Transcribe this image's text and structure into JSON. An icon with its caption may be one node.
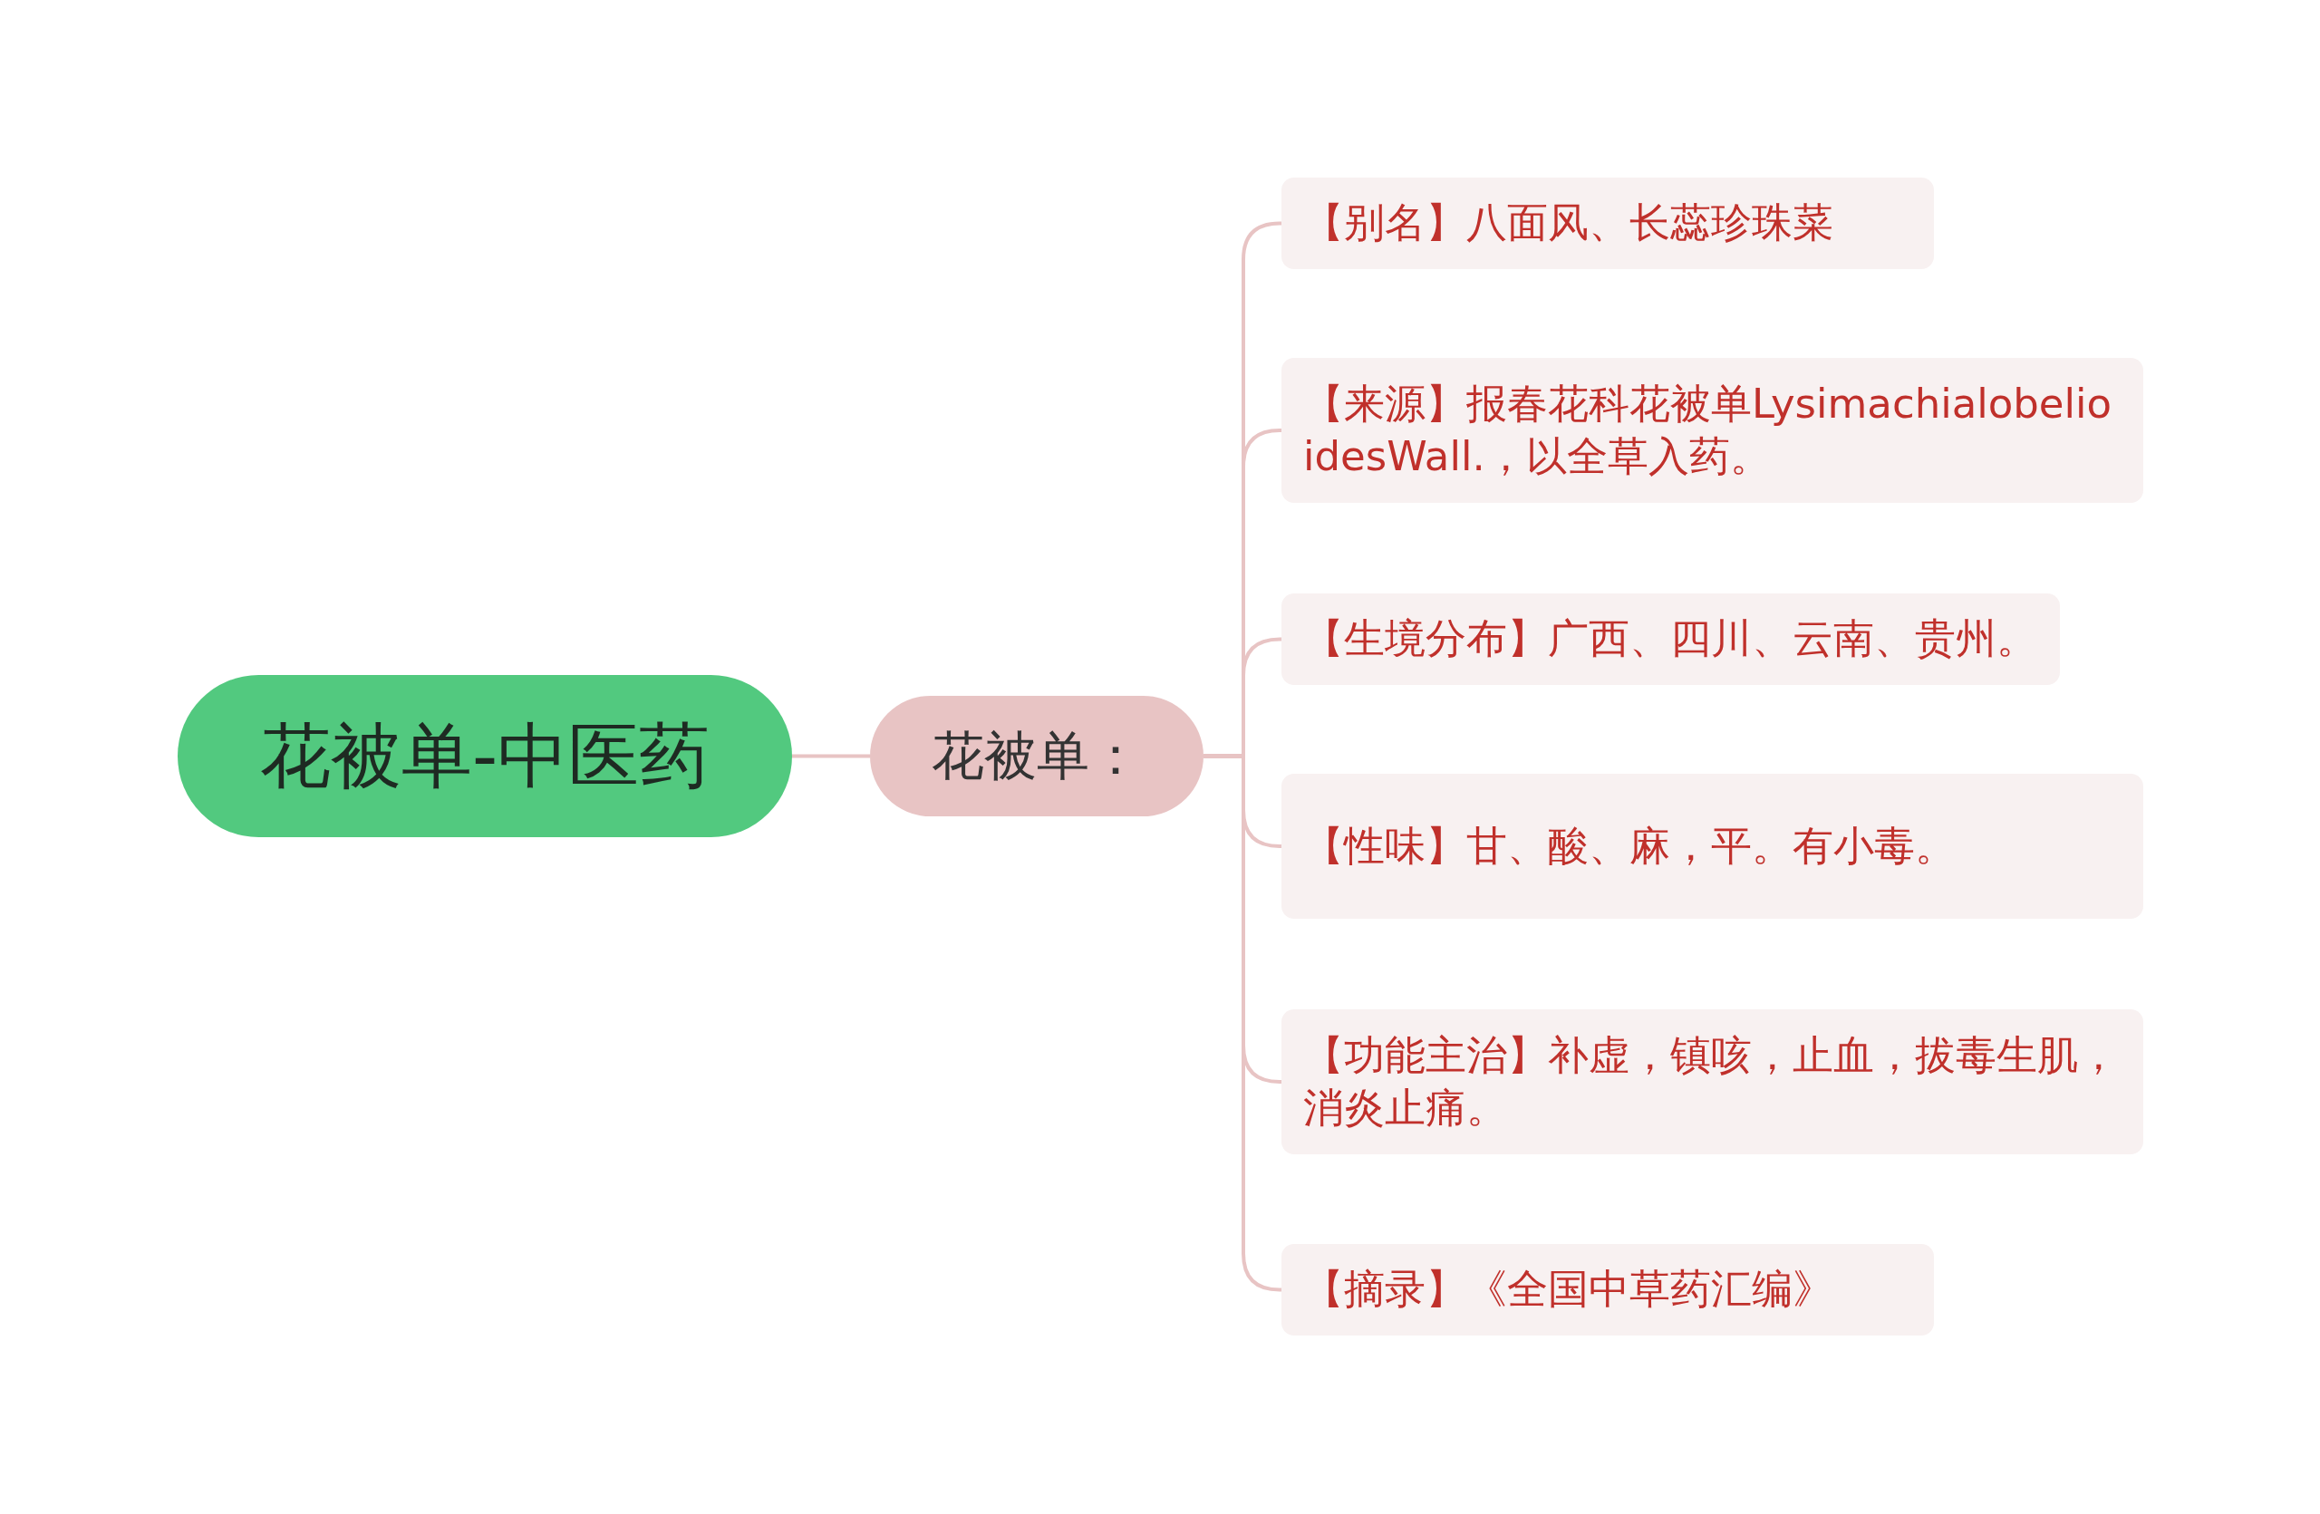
{
  "diagram": {
    "nodes": [
      {
        "text": [
          "花被单-中医药"
        ]
      },
      {
        "text": [
          "花被单："
        ]
      },
      {
        "text": [
          "【别名】八面风、长蕊珍珠菜"
        ]
      },
      {
        "text": [
          "【来源】报春花科花被单LysimachialobelioidesWall.，以全草入药。"
        ]
      },
      {
        "text": [
          "【生境分布】广西、四川、云南、贵州。"
        ]
      },
      {
        "text": [
          "【性味】甘、酸、麻，平。有小毒。"
        ]
      },
      {
        "text": [
          "【功能主治】补虚，镇咳，止血，拔毒生肌，消炎止痛。"
        ]
      },
      {
        "text": [
          "【摘录】《全国中草药汇编》"
        ]
      }
    ],
    "edges": [
      {
        "from": 0,
        "to": 1,
        "arrow": "none"
      },
      {
        "from": 1,
        "to": 2,
        "arrow": "none"
      },
      {
        "from": 1,
        "to": 3,
        "arrow": "none"
      },
      {
        "from": 1,
        "to": 4,
        "arrow": "none"
      },
      {
        "from": 1,
        "to": 5,
        "arrow": "none"
      },
      {
        "from": 1,
        "to": 6,
        "arrow": "none"
      },
      {
        "from": 1,
        "to": 7,
        "arrow": "none"
      }
    ]
  }
}
